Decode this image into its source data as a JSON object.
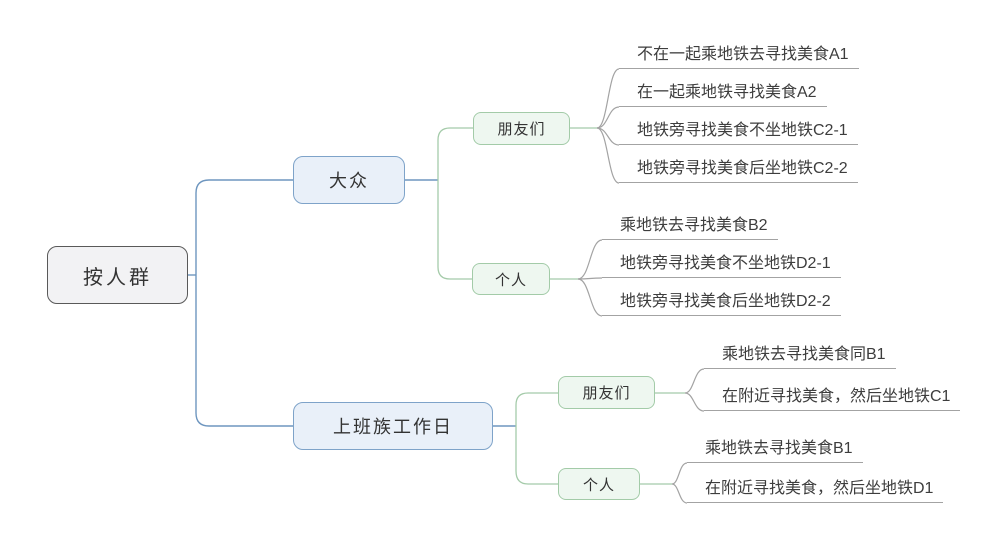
{
  "app": {
    "kind": "mindmap-canvas"
  },
  "colors": {
    "background": "#ffffff",
    "root_fill": "#f2f2f4",
    "root_border": "#595959",
    "branch_fill": "#e9f0f9",
    "branch_border": "#7ea3c9",
    "branch_line": "#6e96bf",
    "subtopic_fill": "#eef7f0",
    "subtopic_border": "#a3cba8",
    "subtopic_line": "#a5cbaa",
    "leaf_line": "#a3a3a3",
    "text": "#333333"
  },
  "mindmap": {
    "root": {
      "label": "按人群"
    },
    "branches": [
      {
        "label": "大众",
        "children": [
          {
            "label": "朋友们",
            "leaves": [
              "不在一起乘地铁去寻找美食A1",
              "在一起乘地铁寻找美食A2",
              "地铁旁寻找美食不坐地铁C2-1",
              "地铁旁寻找美食后坐地铁C2-2"
            ]
          },
          {
            "label": "个人",
            "leaves": [
              "乘地铁去寻找美食B2",
              "地铁旁寻找美食不坐地铁D2-1",
              "地铁旁寻找美食后坐地铁D2-2"
            ]
          }
        ]
      },
      {
        "label": "上班族工作日",
        "children": [
          {
            "label": "朋友们",
            "leaves": [
              "乘地铁去寻找美食同B1",
              "在附近寻找美食，然后坐地铁C1"
            ]
          },
          {
            "label": "个人",
            "leaves": [
              "乘地铁去寻找美食B1",
              "在附近寻找美食，然后坐地铁D1"
            ]
          }
        ]
      }
    ]
  }
}
